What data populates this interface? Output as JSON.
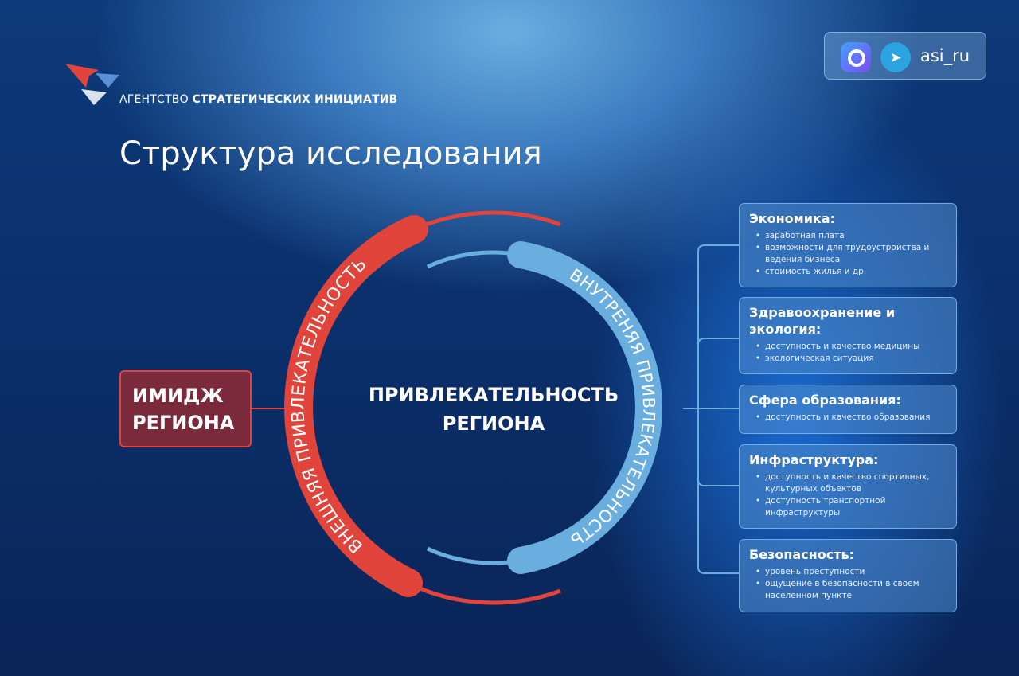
{
  "logo": {
    "light": "АГЕНТСТВО",
    "bold": "СТРАТЕГИЧЕСКИХ ИНИЦИАТИВ"
  },
  "social": {
    "handle": "asi_ru",
    "icons": [
      "max-messenger-icon",
      "telegram-icon"
    ]
  },
  "title": "Структура исследования",
  "image_box": {
    "line1": "ИМИДЖ",
    "line2": "РЕГИОНА"
  },
  "center": {
    "line1": "ПРИВЛЕКАТЕЛЬНОСТЬ",
    "line2": "РЕГИОНА"
  },
  "outer_arc": "ВНЕШНЯЯ ПРИВЛЕКАТЕЛЬНОСТЬ",
  "inner_arc": "ВНУТРЕНЯЯ ПРИВЛЕКАТЕЛЬНОСТЬ",
  "colors": {
    "red": "#e0443a",
    "blue": "#6aaee0"
  },
  "cards": [
    {
      "title": "Экономика:",
      "items": [
        "заработная плата",
        "возможности для трудоустройства и ведения бизнеса",
        "стоимость жилья и др."
      ]
    },
    {
      "title": "Здравоохранение и экология:",
      "items": [
        "доступность и качество медицины",
        "экологическая ситуация"
      ]
    },
    {
      "title": "Сфера образования:",
      "items": [
        "доступность и качество образования"
      ]
    },
    {
      "title": "Инфраструктура:",
      "items": [
        "доступность и качество спортивных, культурных объектов",
        "доступность транспортной инфраструктуры"
      ]
    },
    {
      "title": "Безопасность:",
      "items": [
        "уровень преступности",
        "ощущение в безопасности в своем населенном пункте"
      ]
    }
  ]
}
